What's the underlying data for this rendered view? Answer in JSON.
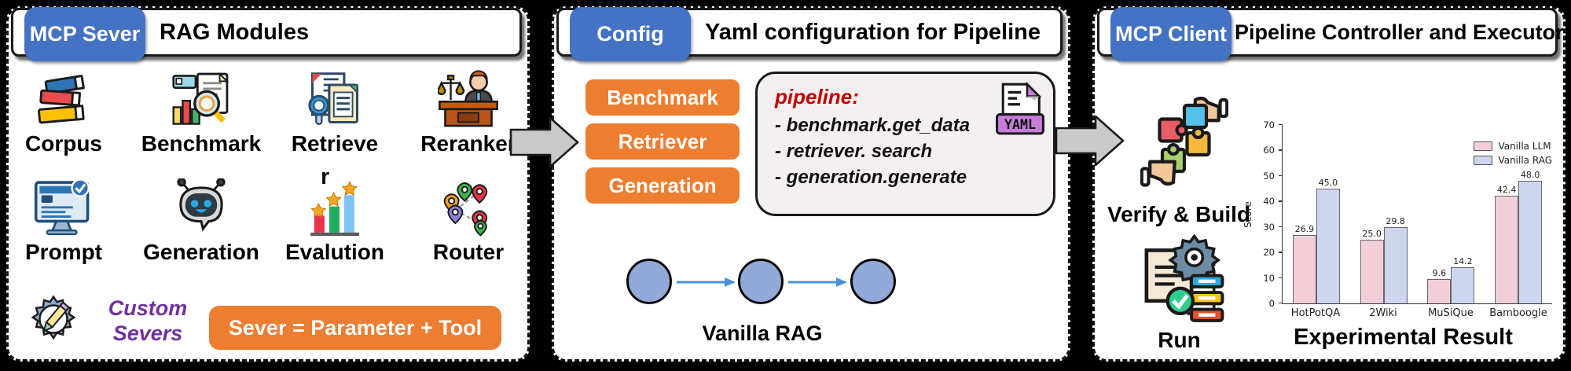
{
  "colors": {
    "tab_blue": "#4472C4",
    "accent_orange": "#ED7D31",
    "custom_purple": "#7030A0",
    "code_red": "#C00000",
    "circle_blue": "#93A9D8",
    "flow_arrow_blue": "#4A90D9",
    "bar_pink": "#F2CFD8",
    "bar_blue": "#CDD5EF"
  },
  "panel1": {
    "tab": "MCP Sever",
    "title": "RAG Modules",
    "modules": [
      {
        "label": "Corpus"
      },
      {
        "label": "Benchmark"
      },
      {
        "label": "Retrieve"
      },
      {
        "label": "Reranker"
      },
      {
        "label": "Prompt"
      },
      {
        "label": "Generation"
      },
      {
        "label": "Evalution"
      },
      {
        "label": "Router"
      }
    ],
    "evaluation_stray": "r",
    "custom_line1": "Custom",
    "custom_line2": "Severs",
    "button": "Sever = Parameter + Tool"
  },
  "panel2": {
    "tab": "Config",
    "title": "Yaml configuration for Pipeline",
    "buttons": [
      "Benchmark",
      "Retriever",
      "Generation"
    ],
    "code": {
      "header": "pipeline:",
      "lines": [
        "- benchmark.get_data",
        "- retriever. search",
        "- generation.generate"
      ]
    },
    "yaml_badge": "YAML",
    "flow_label": "Vanilla RAG"
  },
  "panel3": {
    "tab": "MCP Client",
    "title": "Pipeline Controller and Executor",
    "verify_label": "Verify & Build",
    "run_label": "Run",
    "caption": "Experimental Result"
  },
  "chart_data": {
    "type": "bar",
    "categories": [
      "HotPotQA",
      "2Wiki",
      "MuSiQue",
      "Bamboogle"
    ],
    "series": [
      {
        "name": "Vanilla LLM",
        "values": [
          26.9,
          25.0,
          9.6,
          42.4
        ],
        "color": "#F2CFD8"
      },
      {
        "name": "Vanilla RAG",
        "values": [
          45.0,
          29.8,
          14.2,
          48.0
        ],
        "color": "#CDD5EF"
      }
    ],
    "title": "Experimental Result",
    "xlabel": "",
    "ylabel": "Score",
    "ylim": [
      0,
      70
    ],
    "yticks": [
      0,
      10,
      20,
      30,
      40,
      50,
      60,
      70
    ],
    "legend_position": "upper right",
    "grid": false
  }
}
